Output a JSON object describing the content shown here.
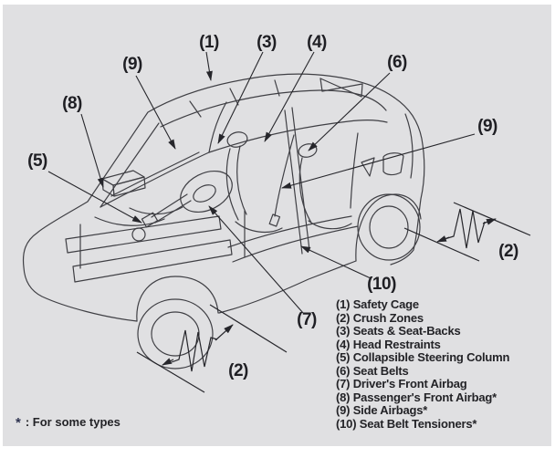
{
  "figure": {
    "subject": "Cutaway line illustration of a compact car showing occupant-protection safety features"
  },
  "colors": {
    "panel_bg": "#e0e0e2",
    "line": "#3f3f44",
    "text": "#232327"
  },
  "callouts": {
    "c1": "(1)",
    "c3": "(3)",
    "c4": "(4)",
    "c9a": "(9)",
    "c6": "(6)",
    "c8": "(8)",
    "c9b": "(9)",
    "c5": "(5)",
    "c2a": "(2)",
    "c10": "(10)",
    "c7": "(7)",
    "c2b": "(2)"
  },
  "legend": {
    "items": [
      "(1) Safety Cage",
      "(2) Crush Zones",
      "(3) Seats & Seat-Backs",
      "(4) Head Restraints",
      "(5) Collapsible Steering Column",
      "(6) Seat Belts",
      "(7) Driver's Front Airbag",
      "(8) Passenger's Front Airbag*",
      "(9) Side Airbags*",
      "(10) Seat Belt Tensioners*"
    ]
  },
  "footnote": {
    "symbol": "*",
    "text": ": For some types"
  }
}
